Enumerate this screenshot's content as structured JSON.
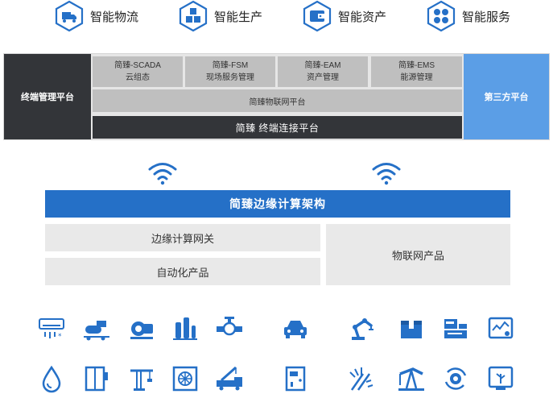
{
  "top": [
    {
      "label": "智能物流",
      "icon": "truck-icon"
    },
    {
      "label": "智能生产",
      "icon": "cubes-icon"
    },
    {
      "label": "智能资产",
      "icon": "wallet-icon"
    },
    {
      "label": "智能服务",
      "icon": "service-icon"
    }
  ],
  "platform": {
    "terminal": "终端管理平台",
    "third_party": "第三方平台",
    "modules": [
      {
        "line1": "简臻-SCADA",
        "line2": "云组态"
      },
      {
        "line1": "简臻-FSM",
        "line2": "现场服务管理"
      },
      {
        "line1": "简臻-EAM",
        "line2": "资产管理"
      },
      {
        "line1": "简臻-EMS",
        "line2": "能源管理"
      }
    ],
    "iot": "简臻物联网平台",
    "connect": "简臻 终端连接平台"
  },
  "edge": {
    "title": "简臻边缘计算架构",
    "gateway": "边缘计算网关",
    "automation": "自动化产品",
    "iot_products": "物联网产品"
  },
  "colors": {
    "blue": "#2570c7",
    "dark": "#333539",
    "light_blue": "#5b9ee6"
  },
  "devices_row1": [
    "air-conditioner-icon",
    "compressor-icon",
    "motor-icon",
    "tanks-icon",
    "valve-pipe-icon",
    "car-icon",
    "robot-arm-icon",
    "package-icon",
    "printer-machine-icon",
    "monitor-icon"
  ],
  "devices_row2": [
    "water-drop-icon",
    "elevator-icon",
    "tower-crane-icon",
    "fan-cabinet-icon",
    "crane-truck-icon",
    "door-icon",
    "farm-icon",
    "oil-pump-icon",
    "gear-cycle-icon",
    "plant-monitor-icon"
  ]
}
